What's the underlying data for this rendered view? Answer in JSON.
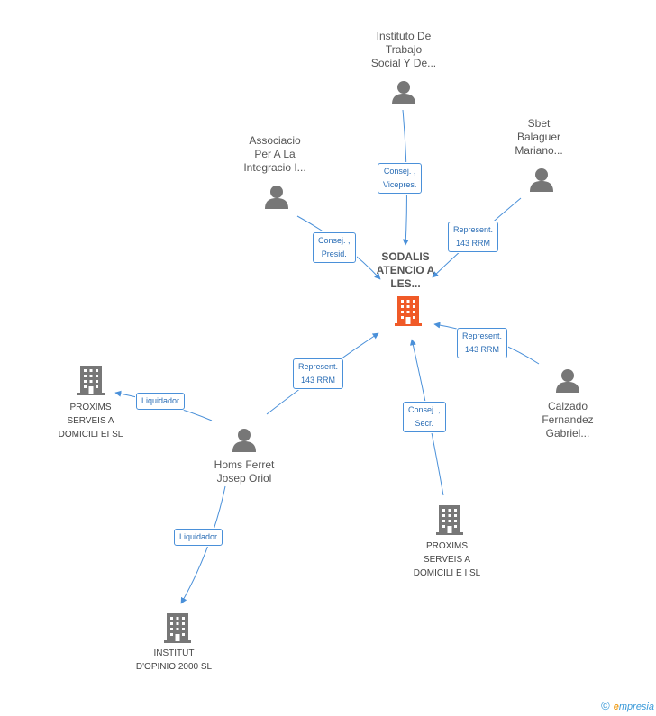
{
  "center": {
    "name": "SODALIS\nATENCIO A\nLES...",
    "icon": "building-icon-highlight",
    "color": "#f05a28"
  },
  "nodes": {
    "instituto": {
      "name": "Instituto De\nTrabajo\nSocial Y De...",
      "icon": "person-icon"
    },
    "associacio": {
      "name": "Associacio\nPer A La\nIntegracio I...",
      "icon": "person-icon"
    },
    "sbet": {
      "name": "Sbet\nBalaguer\nMariano...",
      "icon": "person-icon"
    },
    "calzado": {
      "name": "Calzado\nFernandez\nGabriel...",
      "icon": "person-icon"
    },
    "homs": {
      "name": "Homs Ferret\nJosep Oriol",
      "icon": "person-icon"
    },
    "proxims1": {
      "name": "PROXIMS\nSERVEIS A\nDOMICILI EI SL",
      "icon": "building-icon"
    },
    "proxims2": {
      "name": "PROXIMS\nSERVEIS A\nDOMICILI E I  SL",
      "icon": "building-icon"
    },
    "institut": {
      "name": "INSTITUT\nD'OPINIO 2000 SL",
      "icon": "building-icon"
    }
  },
  "edges": {
    "instituto": "Consej. ,\nVicepres.",
    "associacio": "Consej. ,\nPresid.",
    "sbet": "Represent.\n143 RRM",
    "calzado": "Represent.\n143 RRM",
    "homs": "Represent.\n143 RRM",
    "proxims2": "Consej. ,\nSecr.",
    "proxims1": "Liquidador",
    "institut": "Liquidador"
  },
  "colors": {
    "edge": "#4a90d9",
    "person": "#777777",
    "building": "#777777"
  },
  "footer": {
    "copyright": "©",
    "brand_first": "e",
    "brand_rest": "mpresia"
  }
}
